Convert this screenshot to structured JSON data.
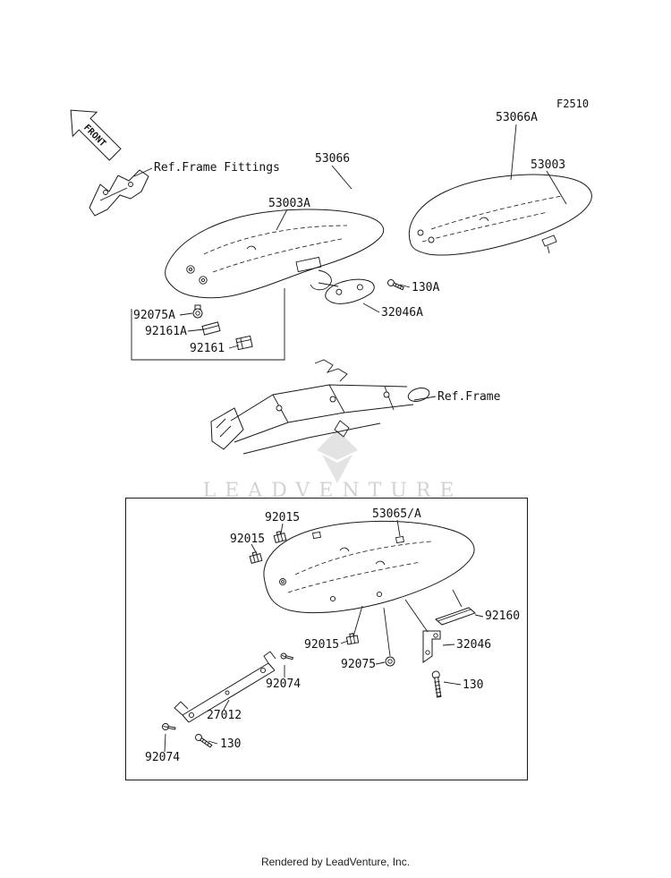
{
  "header": {
    "diagram_code": "F2510"
  },
  "front_arrow": {
    "label": "FRONT"
  },
  "upper_section": {
    "ref_frame_fittings_label": "Ref.Frame Fittings",
    "ref_frame_label": "Ref.Frame",
    "parts": {
      "p53066": "53066",
      "p53003A": "53003A",
      "p53066A": "53066A",
      "p53003": "53003",
      "p130A": "130A",
      "p32046A": "32046A",
      "p92075A": "92075A",
      "p92161A": "92161A",
      "p92161": "92161"
    }
  },
  "watermark": {
    "text": "LEADVENTURE"
  },
  "lower_section": {
    "parts": {
      "p53065A": "53065/A",
      "p92015_top": "92015",
      "p92015_left": "92015",
      "p92015_bottom": "92015",
      "p92160": "92160",
      "p32046": "32046",
      "p92075": "92075",
      "p130_right": "130",
      "p130_left": "130",
      "p92074_right": "92074",
      "p92074_left": "92074",
      "p27012": "27012"
    }
  },
  "footer": {
    "credit": "Rendered by LeadVenture, Inc."
  }
}
